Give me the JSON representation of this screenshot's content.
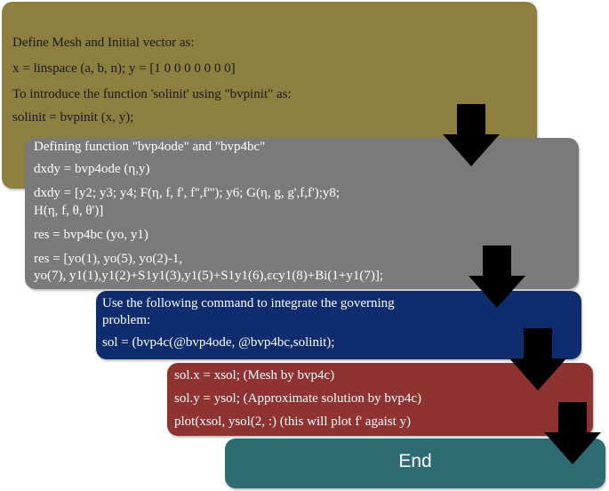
{
  "colors": {
    "box1": "#8c7f40",
    "box2": "#7a7a7a",
    "box3": "#0f2d6e",
    "box4": "#8e3232",
    "box5": "#2e6b73"
  },
  "box1": {
    "line1": "Define Mesh and Initial vector as:",
    "line2": "x = linspace (a, b, n);    y = [1 0 0 0 0 0 0 0]",
    "line3": "To introduce the function 'solinit' using \"bvpinit\" as:",
    "line4": "solinit = bvpinit (x, y);"
  },
  "box2": {
    "line1": "Defining  function \"bvp4ode\" and \"bvp4bc\"",
    "line2": "dxdy = bvp4ode (η,y)",
    "line3": "dxdy = [y2; y3; y4; F(η, f, f', f'',f'''); y6; G(η, g, g',f,f');y8;",
    "line4": "H(η, f, θ, θ')]",
    "line5": "res = bvp4bc (yo, y1)",
    "line6": "res = [yo(1), yo(5), yo(2)-1,",
    "line7": "yo(7), y1(1),y1(2)+S1y1(3),y1(5)+S1y1(6),εcy1(8)+Bi(1+y1(7)];"
  },
  "box3": {
    "line1": "Use the following  command to integrate the governing",
    "line2": "problem:",
    "line3": "sol = (bvp4c(@bvp4ode, @bvp4bc,solinit);"
  },
  "box4": {
    "line1": "sol.x = xsol; (Mesh by bvp4c)",
    "line2": "sol.y = ysol; (Approximate solution by  bvp4c)",
    "line3": "plot(xsol, ysol(2, :) (this will plot f' agaist y)"
  },
  "box5": {
    "label": "End"
  }
}
